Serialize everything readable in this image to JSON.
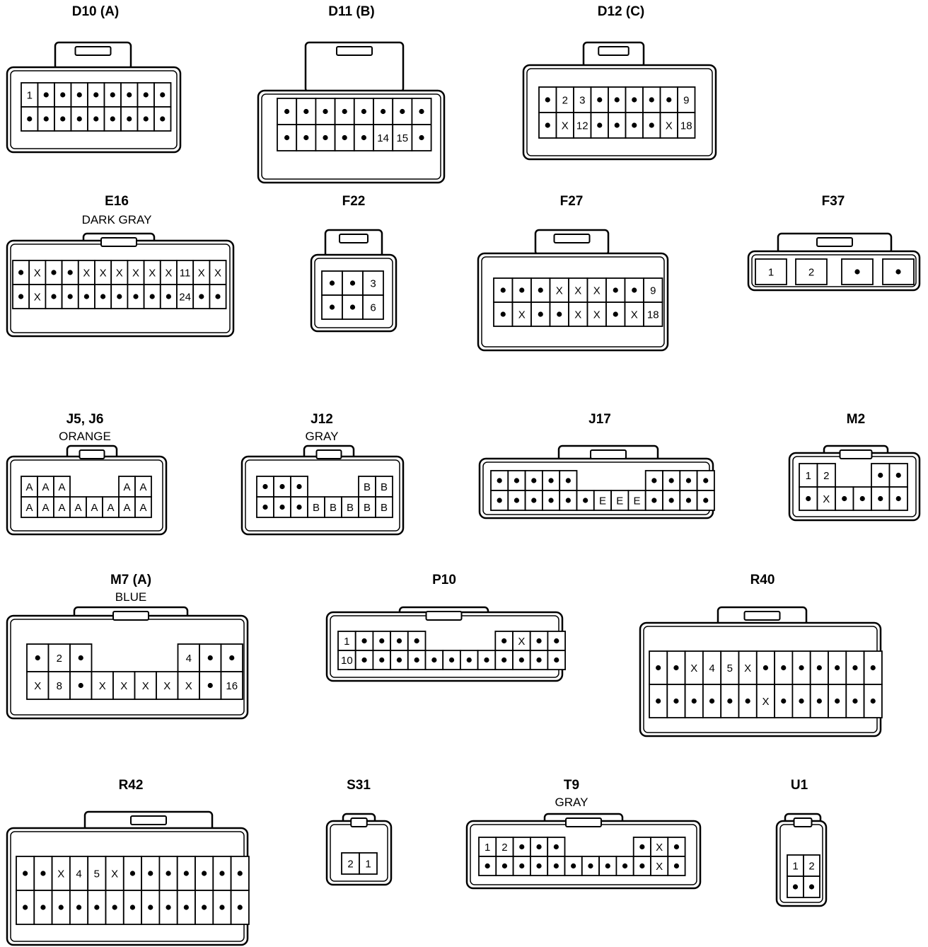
{
  "connectors": [
    {
      "id": "D10",
      "title": "D10 (A)",
      "subtitle": "",
      "rows": [
        [
          "1",
          "•",
          "•",
          "•",
          "•",
          "•",
          "•",
          "•",
          "•"
        ],
        [
          "•",
          "•",
          "•",
          "•",
          "•",
          "•",
          "•",
          "•",
          "•"
        ]
      ]
    },
    {
      "id": "D11",
      "title": "D11 (B)",
      "subtitle": "",
      "rows": [
        [
          "•",
          "•",
          "•",
          "•",
          "•",
          "•",
          "•",
          "•"
        ],
        [
          "•",
          "•",
          "•",
          "•",
          "•",
          "14",
          "15",
          "•"
        ]
      ]
    },
    {
      "id": "D12",
      "title": "D12 (C)",
      "subtitle": "",
      "rows": [
        [
          "•",
          "2",
          "3",
          "•",
          "•",
          "•",
          "•",
          "•",
          "9"
        ],
        [
          "•",
          "X",
          "12",
          "•",
          "•",
          "•",
          "•",
          "X",
          "18"
        ]
      ]
    },
    {
      "id": "E16",
      "title": "E16",
      "subtitle": "DARK GRAY",
      "rows": [
        [
          "•",
          "X",
          "•",
          "•",
          "X",
          "X",
          "X",
          "X",
          "X",
          "X",
          "11",
          "X",
          "X"
        ],
        [
          "•",
          "X",
          "•",
          "•",
          "•",
          "•",
          "•",
          "•",
          "•",
          "•",
          "24",
          "•",
          "•"
        ]
      ]
    },
    {
      "id": "F22",
      "title": "F22",
      "subtitle": "",
      "rows": [
        [
          "•",
          "•",
          "3"
        ],
        [
          "•",
          "•",
          "6"
        ]
      ]
    },
    {
      "id": "F27",
      "title": "F27",
      "subtitle": "",
      "rows": [
        [
          "•",
          "•",
          "•",
          "X",
          "X",
          "X",
          "•",
          "•",
          "9"
        ],
        [
          "•",
          "X",
          "•",
          "•",
          "X",
          "X",
          "•",
          "X",
          "18"
        ]
      ]
    },
    {
      "id": "F37",
      "title": "F37",
      "subtitle": "",
      "rows": [
        [
          "1",
          "2",
          "•",
          "•"
        ]
      ]
    },
    {
      "id": "J5",
      "title": "J5, J6",
      "subtitle": "ORANGE",
      "rows": [
        [
          "A",
          "A",
          "A",
          "",
          "",
          "",
          "A",
          "A"
        ],
        [
          "A",
          "A",
          "A",
          "A",
          "A",
          "A",
          "A",
          "A"
        ]
      ]
    },
    {
      "id": "J12",
      "title": "J12",
      "subtitle": "GRAY",
      "rows": [
        [
          "•",
          "•",
          "•",
          "",
          "",
          "",
          "B",
          "B"
        ],
        [
          "•",
          "•",
          "•",
          "B",
          "B",
          "B",
          "B",
          "B"
        ]
      ]
    },
    {
      "id": "J17",
      "title": "J17",
      "subtitle": "",
      "rows": [
        [
          "•",
          "•",
          "•",
          "•",
          "•",
          "",
          "",
          "",
          "",
          "•",
          "•",
          "•",
          "•"
        ],
        [
          "•",
          "•",
          "•",
          "•",
          "•",
          "•",
          "E",
          "E",
          "E",
          "•",
          "•",
          "•",
          "•"
        ]
      ]
    },
    {
      "id": "M2",
      "title": "M2",
      "subtitle": "",
      "rows": [
        [
          "1",
          "2",
          "",
          "",
          "•",
          "•"
        ],
        [
          "•",
          "X",
          "•",
          "•",
          "•",
          "•"
        ]
      ]
    },
    {
      "id": "M7",
      "title": "M7 (A)",
      "subtitle": "BLUE",
      "rows": [
        [
          "•",
          "2",
          "•",
          "",
          "",
          "",
          "",
          "4",
          "•",
          "•"
        ],
        [
          "X",
          "8",
          "•",
          "X",
          "X",
          "X",
          "X",
          "X",
          "•",
          "16"
        ]
      ]
    },
    {
      "id": "P10",
      "title": "P10",
      "subtitle": "",
      "rows": [
        [
          "1",
          "•",
          "•",
          "•",
          "•",
          "",
          "",
          "",
          "",
          "•",
          "X",
          "•",
          "•"
        ],
        [
          "10",
          "•",
          "•",
          "•",
          "•",
          "•",
          "•",
          "•",
          "•",
          "•",
          "•",
          "•",
          "•"
        ]
      ]
    },
    {
      "id": "R40",
      "title": "R40",
      "subtitle": "",
      "rows": [
        [
          "•",
          "•",
          "X",
          "4",
          "5",
          "X",
          "•",
          "•",
          "•",
          "•",
          "•",
          "•",
          "•"
        ],
        [
          "•",
          "•",
          "•",
          "•",
          "•",
          "•",
          "X",
          "•",
          "•",
          "•",
          "•",
          "•",
          "•"
        ]
      ]
    },
    {
      "id": "R42",
      "title": "R42",
      "subtitle": "",
      "rows": [
        [
          "•",
          "•",
          "X",
          "4",
          "5",
          "X",
          "•",
          "•",
          "•",
          "•",
          "•",
          "•",
          "•"
        ],
        [
          "•",
          "•",
          "•",
          "•",
          "•",
          "•",
          "•",
          "•",
          "•",
          "•",
          "•",
          "•",
          "•"
        ]
      ]
    },
    {
      "id": "S31",
      "title": "S31",
      "subtitle": "",
      "rows": [
        [
          "2",
          "1"
        ]
      ]
    },
    {
      "id": "T9",
      "title": "T9",
      "subtitle": "GRAY",
      "rows": [
        [
          "1",
          "2",
          "•",
          "•",
          "•",
          "",
          "",
          "",
          "",
          "•",
          "X",
          "•"
        ],
        [
          "•",
          "•",
          "•",
          "•",
          "•",
          "•",
          "•",
          "•",
          "•",
          "•",
          "X",
          "•"
        ]
      ]
    },
    {
      "id": "U1",
      "title": "U1",
      "subtitle": "",
      "rows": [
        [
          "1",
          "2"
        ],
        [
          "•",
          "•"
        ]
      ]
    }
  ]
}
